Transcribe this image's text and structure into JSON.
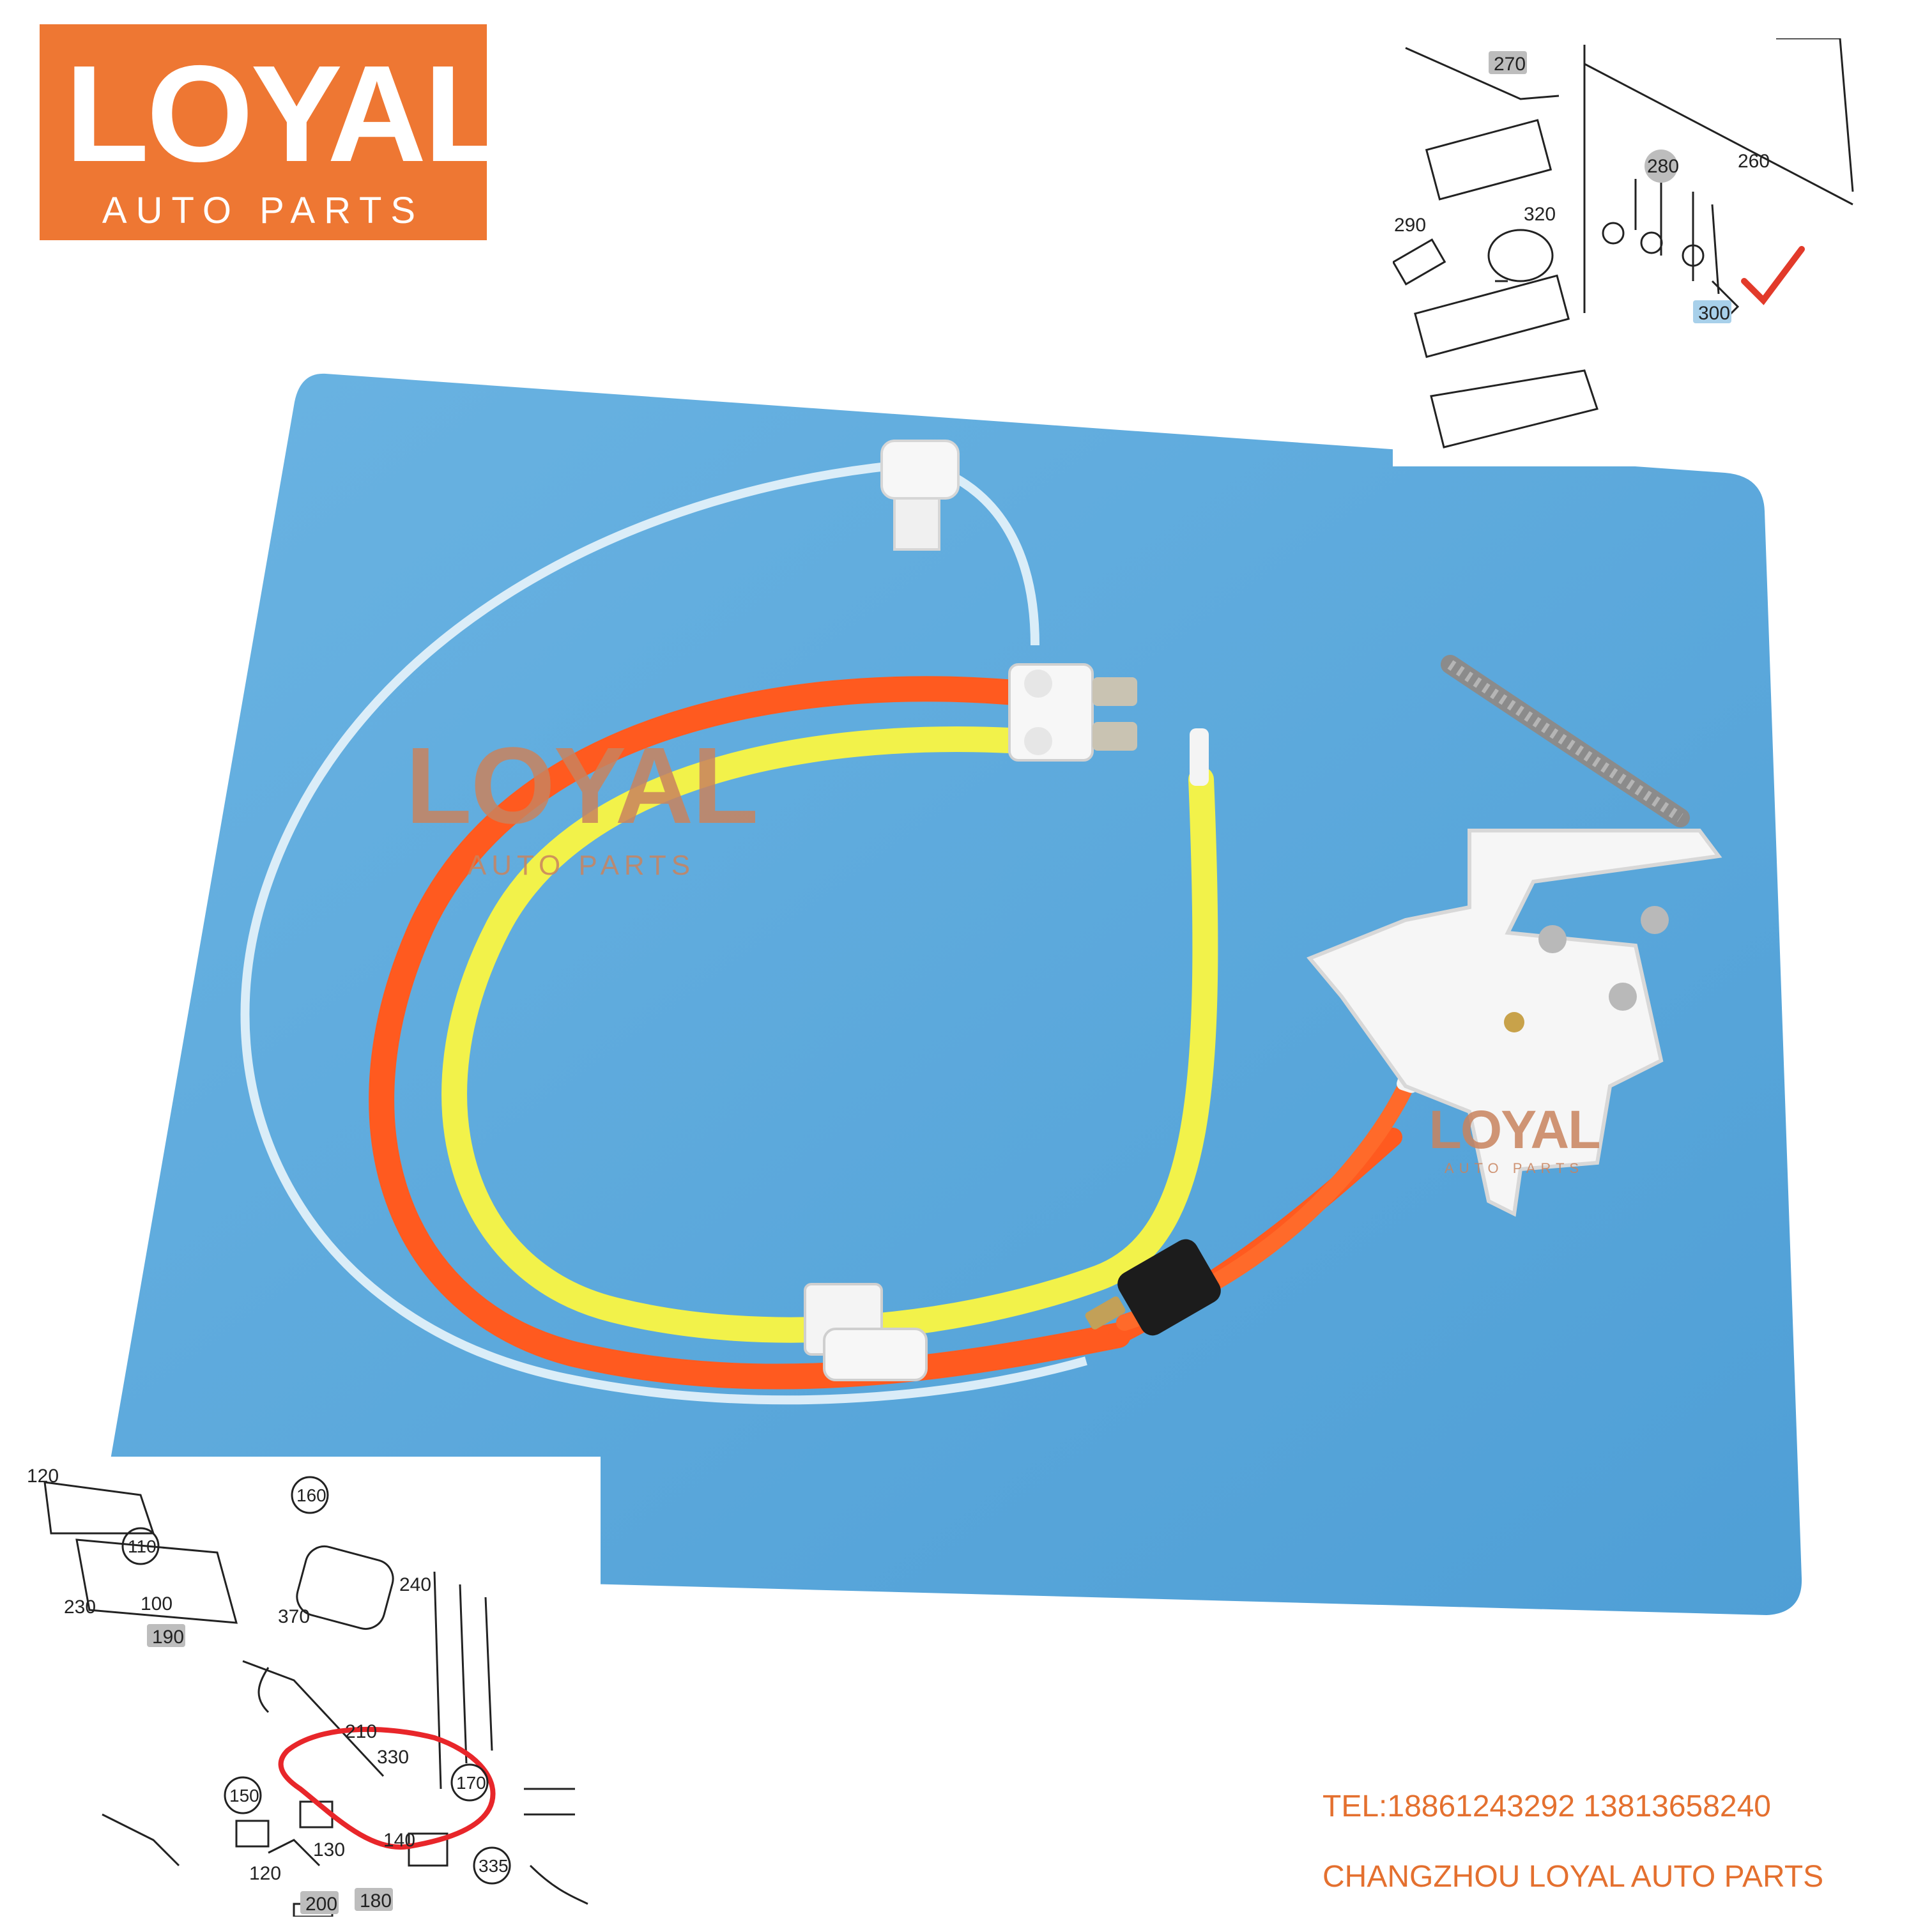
{
  "logo": {
    "main": "LOYAL",
    "sub": "AUTO PARTS"
  },
  "watermarks": [
    {
      "main": "LOYAL",
      "sub": "AUTO PARTS"
    },
    {
      "main": "LOYAL",
      "sub": "AUTO PARTS"
    }
  ],
  "top_diagram": {
    "labels": [
      "270",
      "260",
      "280",
      "290",
      "320",
      "300"
    ]
  },
  "bottom_diagram": {
    "labels": [
      "120",
      "110",
      "160",
      "230",
      "100",
      "190",
      "370",
      "240",
      "210",
      "330",
      "170",
      "150",
      "130",
      "120",
      "140",
      "335",
      "180",
      "200"
    ]
  },
  "contact": {
    "tel": "TEL:18861243292  13813658240",
    "company": "CHANGZHOU LOYAL AUTO PARTS"
  },
  "colors": {
    "brand": "#ee7733",
    "mat": "#5ea9dc",
    "orange_tube": "#ff5a1f",
    "yellow_tube": "#f2f24a",
    "check": "#e23a2a",
    "highlight": "#e8262a"
  }
}
